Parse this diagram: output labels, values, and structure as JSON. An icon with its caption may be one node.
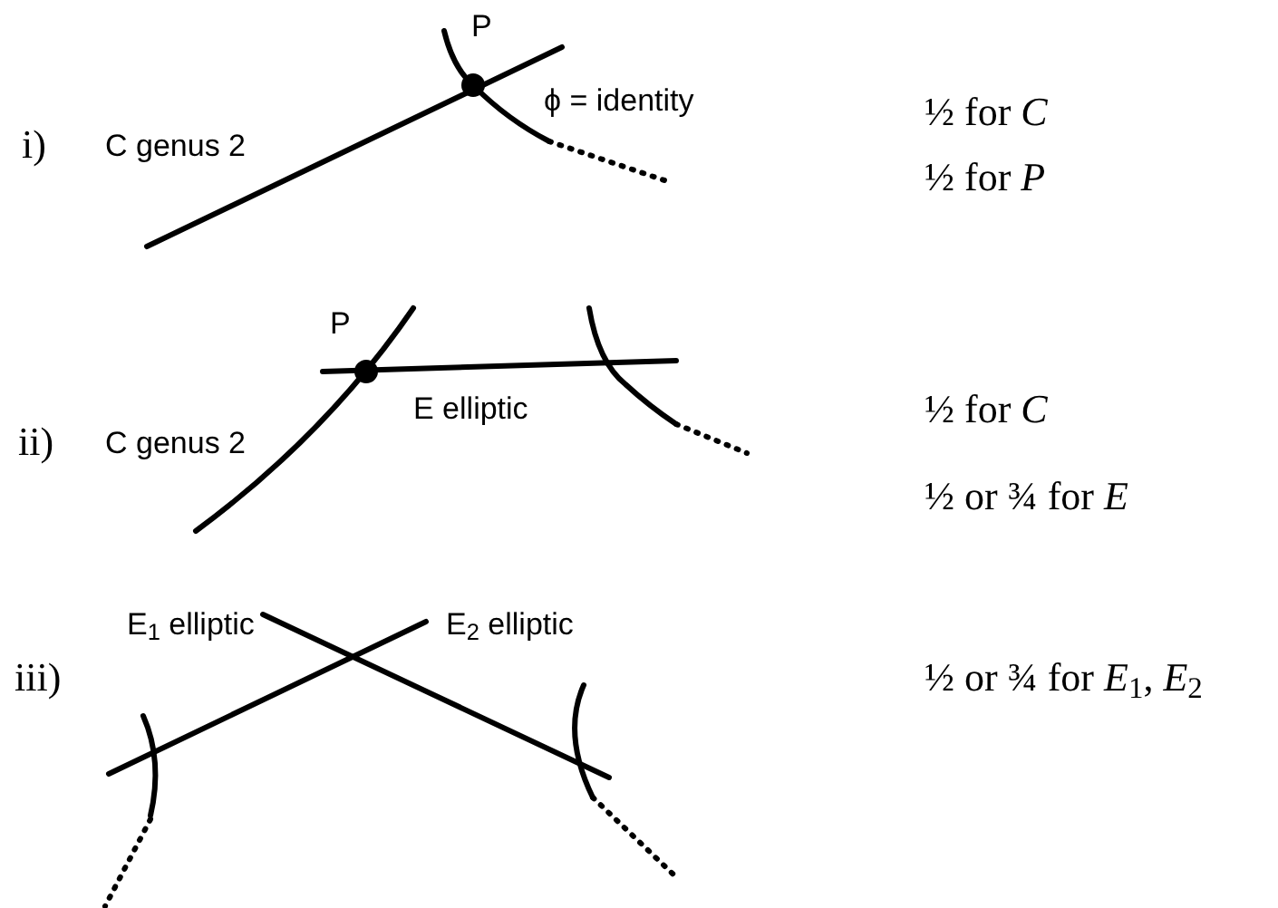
{
  "diagram": {
    "labels": [
      "P",
      "i)",
      "C genus 2",
      "ϕ = identity",
      "½ for *C*",
      "½ for *P*",
      "P",
      "ii)",
      "C genus 2",
      "E elliptic",
      "½ for *C*",
      "½ or ¾ for *E*",
      "E$_{1}$ elliptic",
      "E$_{2}$ elliptic",
      "iii)",
      "½ or ¾ for *E*$_{1}$, *E*$_{2}$"
    ]
  }
}
